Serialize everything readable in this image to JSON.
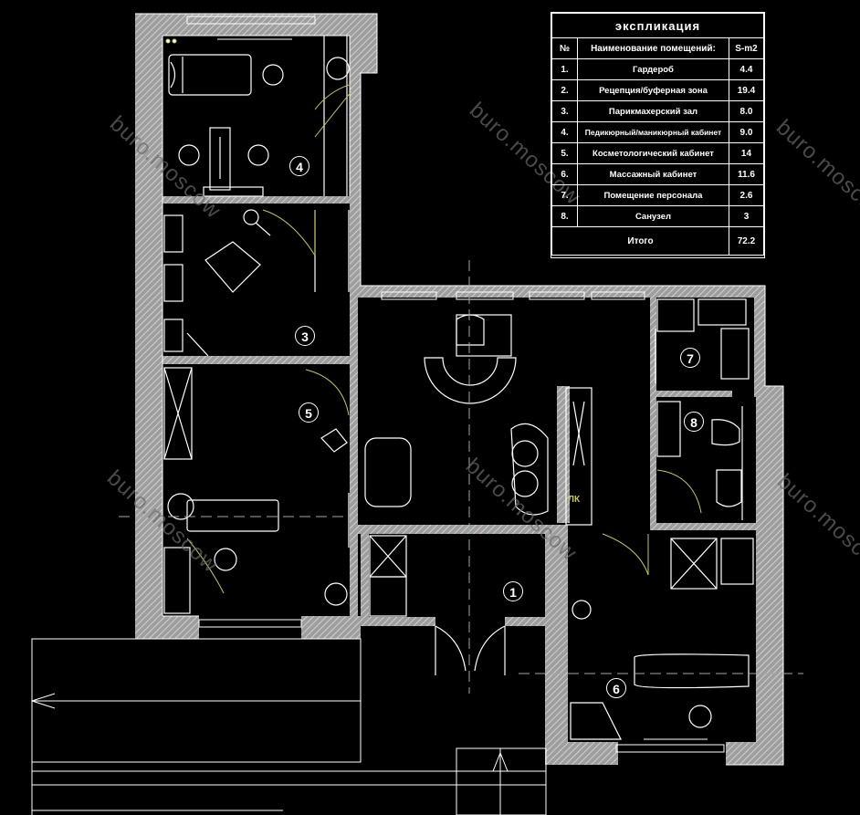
{
  "legend": {
    "title": "экспликация",
    "headers": {
      "num": "№",
      "name": "Наименование помещений:",
      "area": "S-m2"
    },
    "rows": [
      {
        "num": "1.",
        "name": "Гардероб",
        "area": "4.4"
      },
      {
        "num": "2.",
        "name": "Рецепция/буферная зона",
        "area": "19.4"
      },
      {
        "num": "3.",
        "name": "Парикмахерский зал",
        "area": "8.0"
      },
      {
        "num": "4.",
        "name": "Педикюрный/маникюрный кабинет",
        "area": "9.0"
      },
      {
        "num": "5.",
        "name": "Косметологический кабинет",
        "area": "14"
      },
      {
        "num": "6.",
        "name": "Массажный кабинет",
        "area": "11.6"
      },
      {
        "num": "7.",
        "name": "Помещение персонала",
        "area": "2.6"
      },
      {
        "num": "8.",
        "name": "Санузел",
        "area": "3"
      }
    ],
    "total": {
      "label": "Итого",
      "area": "72.2"
    }
  },
  "rooms": {
    "r1": "1",
    "r3": "3",
    "r4": "4",
    "r5": "5",
    "r6": "6",
    "r7": "7",
    "r8": "8"
  },
  "annotations": {
    "cabinet_mark": "ЛК"
  },
  "watermark": "buro.moscow",
  "colors": {
    "background": "#000000",
    "line": "#ffffff",
    "wall_hatch": "#b5b5b5",
    "accent": "#c8c84a",
    "axis": "#9aa"
  }
}
